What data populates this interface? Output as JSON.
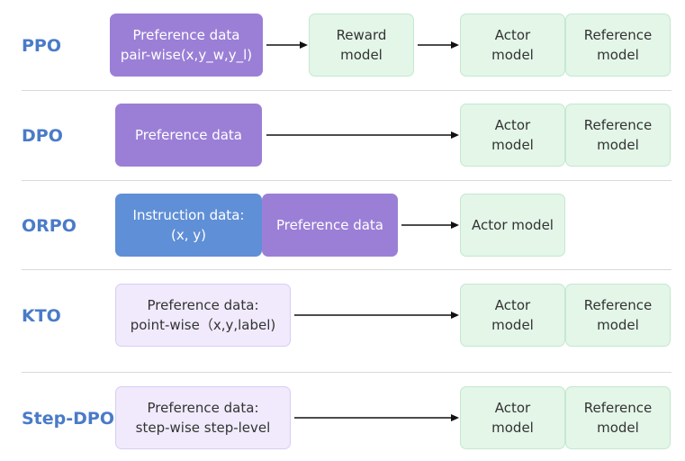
{
  "rows": [
    {
      "label": "PPO",
      "boxes": [
        "Preference data\npair-wise(x,y_w,y_l)",
        "Reward\nmodel",
        "Actor\nmodel",
        "Reference\nmodel"
      ]
    },
    {
      "label": "DPO",
      "boxes": [
        "Preference data",
        "Actor\nmodel",
        "Reference\nmodel"
      ]
    },
    {
      "label": "ORPO",
      "boxes": [
        "Instruction data:\n(x, y)",
        "Preference data",
        "Actor model"
      ]
    },
    {
      "label": "KTO",
      "boxes": [
        "Preference data:\npoint-wise（x,y,label)",
        "Actor\nmodel",
        "Reference\nmodel"
      ]
    },
    {
      "label": "Step-DPO",
      "boxes": [
        "Preference data:\nstep-wise step-level",
        "Actor\nmodel",
        "Reference\nmodel"
      ]
    }
  ],
  "colors": {
    "label": "#4a7bc8",
    "preference": "#9b7fd6",
    "instruction": "#5f8fd6",
    "light_preference": "#f0eafc",
    "model": "#e3f6e8",
    "arrow": "#111111"
  }
}
